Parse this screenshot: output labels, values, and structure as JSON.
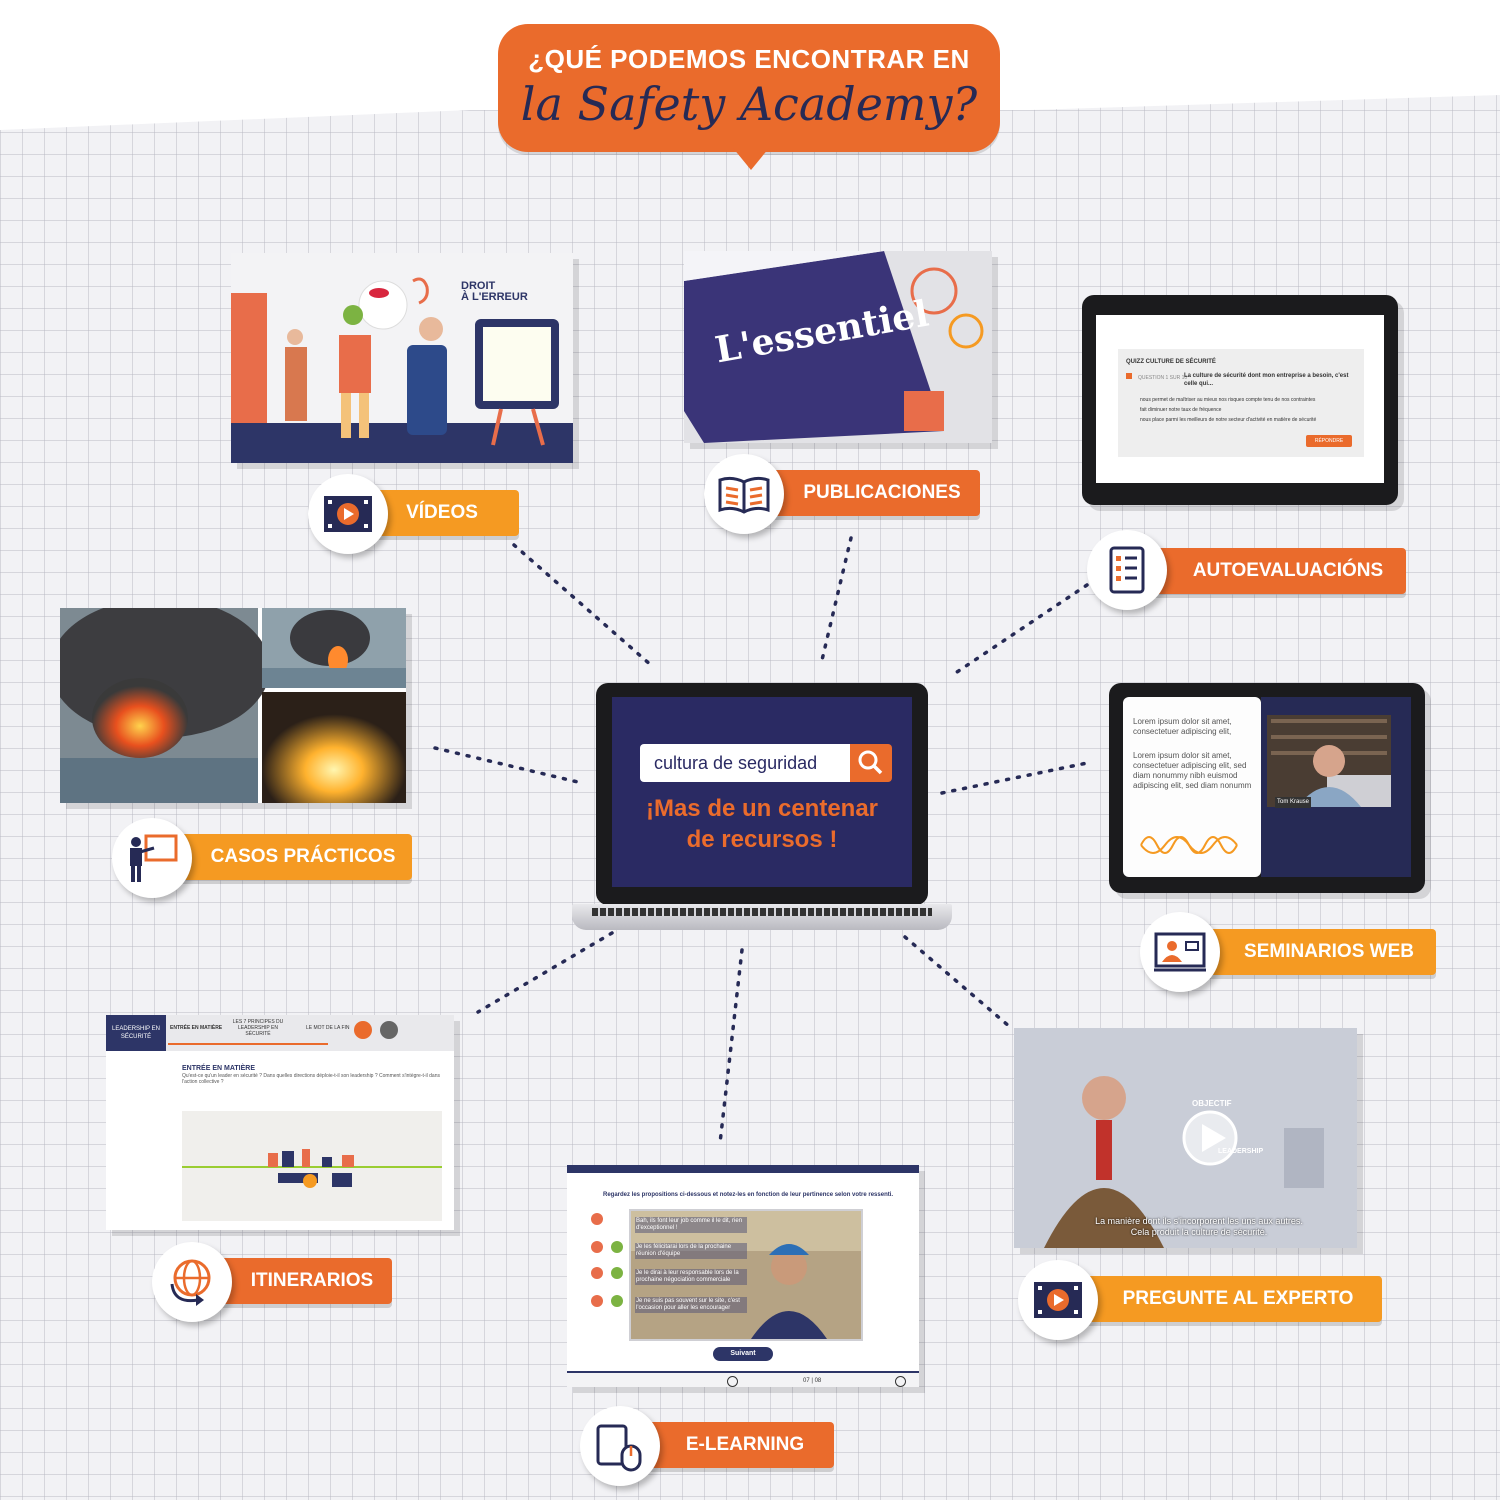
{
  "title": {
    "line1": "¿QUÉ PODEMOS ENCONTRAR EN",
    "line2": "la Safety Academy?"
  },
  "center": {
    "search_text": "cultura de seguridad",
    "tagline_line1": "¡Mas de un centenar",
    "tagline_line2": "de recursos !"
  },
  "resources": {
    "videos": {
      "label": "VÍDEOS",
      "thumb_text": "DROIT\nÀ L'ERREUR"
    },
    "publicaciones": {
      "label": "PUBLICACIONES",
      "thumb_text": "L'essentiel"
    },
    "autoevaluaciones": {
      "label": "AUTOEVALUACIÓNS",
      "quiz_title": "QUIZZ CULTURE DE SÉCURITÉ",
      "question_meta": "QUESTION 1 SUR 10",
      "question": "La culture de sécurité dont mon entreprise a besoin, c'est celle qui...",
      "options": [
        "nous permet de maîtriser au mieux nos risques compte tenu de nos contraintes",
        "fait diminuer notre taux de fréquence",
        "nous place parmi les meilleurs de notre secteur d'activité en matière de sécurité"
      ],
      "button": "RÉPONDRE"
    },
    "casos": {
      "label": "CASOS PRÁCTICOS"
    },
    "seminarios": {
      "label": "SEMINARIOS WEB",
      "text1": "Lorem ipsum dolor sit amet, consectetuer adipiscing elit,",
      "text2": "Lorem ipsum dolor sit amet, consectetuer adipiscing elit, sed diam nonummy nibh euismod adipiscing elit, sed diam nonumm",
      "speaker": "Tom Krause"
    },
    "itinerarios": {
      "label": "ITINERARIOS",
      "header": "LEADERSHIP EN SÉCURITÉ",
      "tab1": "ENTRÉE EN MATIÈRE",
      "tab2": "LES 7 PRINCIPES DU LEADERSHIP EN SÉCURITÉ",
      "tab3": "LE MOT DE LA FIN",
      "section": "ENTRÉE EN MATIÈRE",
      "body": "Qu'est-ce qu'un leader en sécurité ? Dans quelles directions déploie-t-il son leadership ? Comment s'intègre-t-il dans l'action collective ?"
    },
    "elearning": {
      "label": "E-LEARNING",
      "instruction": "Regardez les propositions ci-dessous et notez-les en fonction de leur pertinence selon votre ressenti.",
      "items": [
        "Bah, ils font leur job comme il le dit, rien d'exceptionnel !",
        "Je les félicitarai lors de la prochaine réunion d'équipe",
        "Je le dirai à leur responsable lors de la prochaine négociation commerciale",
        "Je ne suis pas souvent sur le site, c'est l'occasion pour aller les encourager"
      ],
      "button": "Suivant",
      "pager": "07 | 08"
    },
    "experto": {
      "label": "PREGUNTE AL EXPERTO",
      "objectif": "OBJECTIF",
      "leadership": "LEADERSHIP",
      "subtitle1": "La manière dont ils s'incorporent les uns aux autres.",
      "subtitle2": "Cela produit la culture de sécurité."
    }
  },
  "colors": {
    "orange": "#ea6b2c",
    "amber": "#f59a22",
    "navy": "#262a55",
    "screen": "#2a2a63"
  }
}
